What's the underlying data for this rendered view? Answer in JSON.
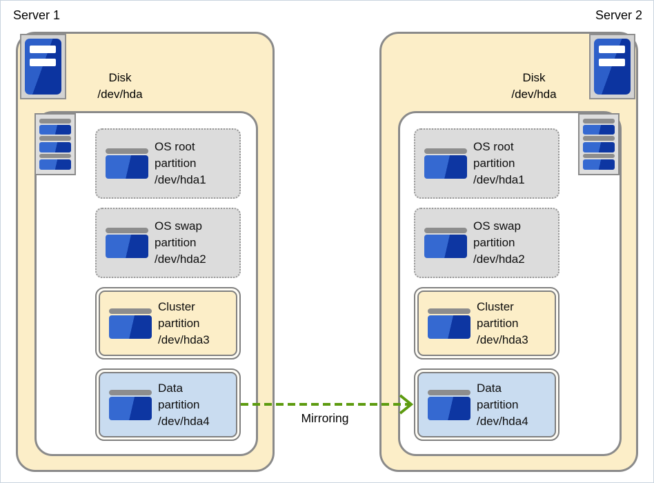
{
  "diagram": {
    "server1_title": "Server 1",
    "server2_title": "Server 2",
    "mirroring_label": "Mirroring"
  },
  "servers": [
    {
      "name": "Server 1",
      "disk_label": [
        "Disk",
        "/dev/hda"
      ],
      "partitions": [
        {
          "lines": [
            "OS root",
            "partition",
            "/dev/hda1"
          ],
          "style": "dotted-gray"
        },
        {
          "lines": [
            "OS swap",
            "partition",
            "/dev/hda2"
          ],
          "style": "dotted-gray"
        },
        {
          "lines": [
            "Cluster",
            "partition",
            "/dev/hda3"
          ],
          "style": "solid-cream"
        },
        {
          "lines": [
            "Data",
            "partition",
            "/dev/hda4"
          ],
          "style": "solid-blue"
        }
      ]
    },
    {
      "name": "Server 2",
      "disk_label": [
        "Disk",
        "/dev/hda"
      ],
      "partitions": [
        {
          "lines": [
            "OS root",
            "partition",
            "/dev/hda1"
          ],
          "style": "dotted-gray"
        },
        {
          "lines": [
            "OS swap",
            "partition",
            "/dev/hda2"
          ],
          "style": "dotted-gray"
        },
        {
          "lines": [
            "Cluster",
            "partition",
            "/dev/hda3"
          ],
          "style": "solid-cream"
        },
        {
          "lines": [
            "Data",
            "partition",
            "/dev/hda4"
          ],
          "style": "solid-blue"
        }
      ]
    }
  ],
  "icons": {
    "server": "server-tower-icon",
    "disk": "disk-stack-icon",
    "partition": "partition-block-icon"
  },
  "colors": {
    "server_box_fill": "#fceec8",
    "os_partition_fill": "#dcdcdc",
    "cluster_partition_fill": "#fceec8",
    "data_partition_fill": "#c9dcf0",
    "border_gray": "#8a8a8a",
    "icon_blue_light": "#3569d1",
    "icon_blue_dark": "#0d36a2",
    "arrow_green": "#5d9b10"
  }
}
